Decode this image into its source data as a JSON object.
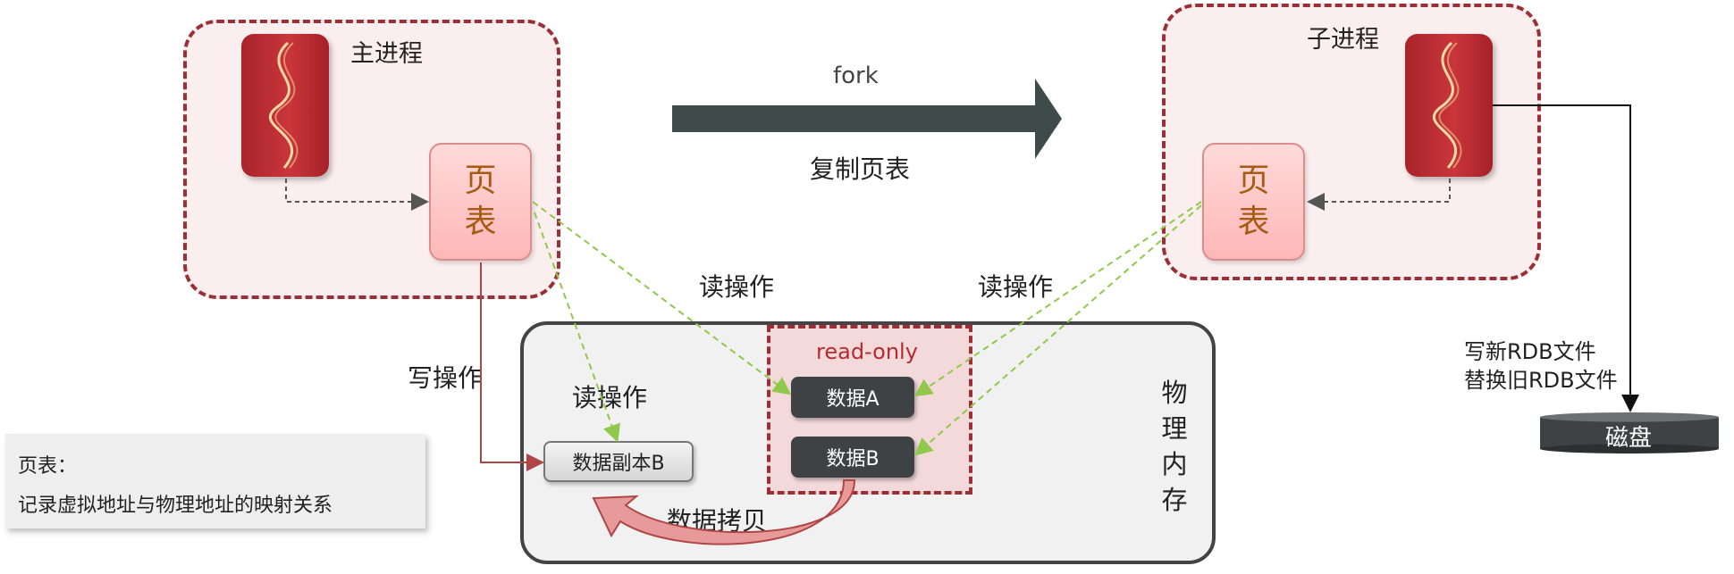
{
  "main_process": {
    "label": "主进程",
    "page_table": [
      "页",
      "表"
    ]
  },
  "child_process": {
    "label": "子进程",
    "page_table": [
      "页",
      "表"
    ]
  },
  "fork": {
    "top_label": "fork",
    "bottom_label": "复制页表"
  },
  "labels": {
    "read_op_left": "读操作",
    "read_op_right": "读操作",
    "read_op_inner": "读操作",
    "write_op": "写操作",
    "data_copy": "数据拷贝"
  },
  "memory": {
    "title_chars": [
      "物",
      "理",
      "内",
      "存"
    ],
    "read_only_label": "read-only",
    "data_a": "数据A",
    "data_b": "数据B",
    "copy_b": "数据副本B"
  },
  "disk": {
    "label": "磁盘",
    "write_line1": "写新RDB文件",
    "write_line2": "替换旧RDB文件"
  },
  "note": {
    "title": "页表：",
    "body": "记录虚拟地址与物理地址的映射关系"
  },
  "colors": {
    "process_red": "#b52b31",
    "dashed_border": "#9b2f35",
    "arrow_dark": "#3f4b4b",
    "read_arrow_green": "#8fc84a",
    "write_line": "#b04545"
  }
}
